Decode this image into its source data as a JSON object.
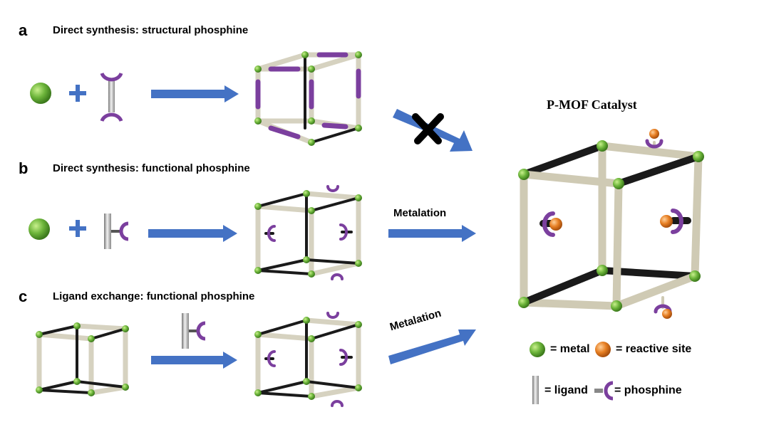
{
  "panels": {
    "a": {
      "letter": "a",
      "title": "Direct synthesis: structural phosphine"
    },
    "b": {
      "letter": "b",
      "title": "Direct synthesis: functional phosphine"
    },
    "c": {
      "letter": "c",
      "title": "Ligand exchange: functional phosphine"
    }
  },
  "arrows": {
    "metalation_b": "Metalation",
    "metalation_c": "Metalation"
  },
  "catalyst": {
    "title": "P-MOF Catalyst"
  },
  "legend": {
    "metal": "= metal",
    "reactive_site": "= reactive site",
    "ligand": "= ligand",
    "phosphine": "= phosphine"
  },
  "colors": {
    "metal_green": "#6cb43a",
    "reactive_orange": "#e67e22",
    "phosphine_purple": "#7b3f9e",
    "arrow_blue": "#4472c4",
    "ligand_beige": "#cfcab4",
    "ligand_dark": "#1a1a1a"
  },
  "icons": [
    "metal-sphere-icon",
    "plus-icon",
    "ligand-rod-icon",
    "phosphine-cap-icon",
    "cross-icon",
    "mof-cube-icon",
    "block-arrow-icon"
  ]
}
